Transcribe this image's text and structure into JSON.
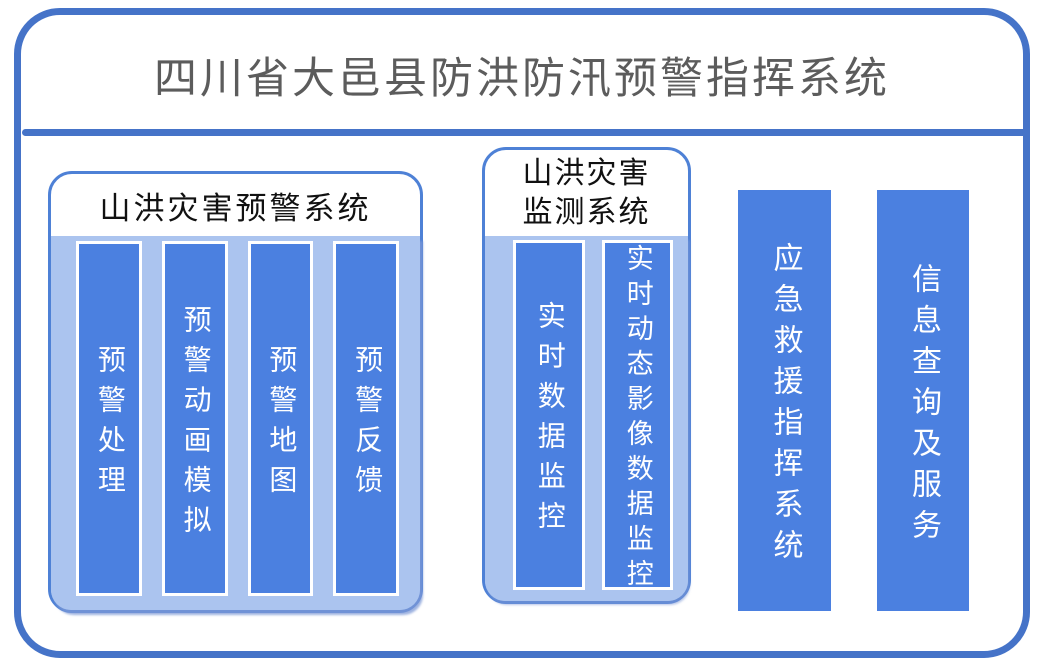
{
  "title": "四川省大邑县防洪防汛预警指挥系统",
  "left_group": {
    "title": "山洪灾害预警系统",
    "bars": [
      "预警处理",
      "预警动画模拟",
      "预警地图",
      "预警反馈"
    ]
  },
  "middle_group": {
    "title_lines": [
      "山洪灾害",
      "监测系统"
    ],
    "bars": [
      "实时数据监控",
      "实时动态影像数据监控"
    ]
  },
  "right_bars": [
    "应急救援指挥系统",
    "信息查询及服务"
  ],
  "colors": {
    "frame_blue": "#4573C8",
    "group_border_blue": "#4E81D6",
    "bar_blue": "#4B80E0",
    "panel_blue": "#ABC4EF",
    "title_gray": "#5C5C5C",
    "group_title_black": "#111111",
    "bar_text_white": "#FFFFFF"
  }
}
